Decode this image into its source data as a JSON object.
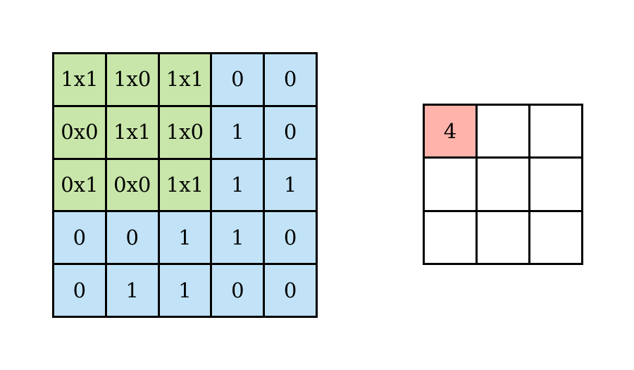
{
  "figure": {
    "background_color": "#ffffff",
    "line_color": "#000000",
    "text_color": "#000000"
  },
  "colors": {
    "input_fill": "#c2e3f7",
    "kernel_overlap_fill": "#c8e6a9",
    "output_active_fill": "#ffb3ab",
    "output_empty_fill": "#ffffff",
    "border": "#000000"
  },
  "input_matrix": {
    "rows": 5,
    "cols": 5,
    "cells": [
      [
        {
          "text": "1x1",
          "fill": "kernel_overlap_fill"
        },
        {
          "text": "1x0",
          "fill": "kernel_overlap_fill"
        },
        {
          "text": "1x1",
          "fill": "kernel_overlap_fill"
        },
        {
          "text": "0",
          "fill": "input_fill"
        },
        {
          "text": "0",
          "fill": "input_fill"
        }
      ],
      [
        {
          "text": "0x0",
          "fill": "kernel_overlap_fill"
        },
        {
          "text": "1x1",
          "fill": "kernel_overlap_fill"
        },
        {
          "text": "1x0",
          "fill": "kernel_overlap_fill"
        },
        {
          "text": "1",
          "fill": "input_fill"
        },
        {
          "text": "0",
          "fill": "input_fill"
        }
      ],
      [
        {
          "text": "0x1",
          "fill": "kernel_overlap_fill"
        },
        {
          "text": "0x0",
          "fill": "kernel_overlap_fill"
        },
        {
          "text": "1x1",
          "fill": "kernel_overlap_fill"
        },
        {
          "text": "1",
          "fill": "input_fill"
        },
        {
          "text": "1",
          "fill": "input_fill"
        }
      ],
      [
        {
          "text": "0",
          "fill": "input_fill"
        },
        {
          "text": "0",
          "fill": "input_fill"
        },
        {
          "text": "1",
          "fill": "input_fill"
        },
        {
          "text": "1",
          "fill": "input_fill"
        },
        {
          "text": "0",
          "fill": "input_fill"
        }
      ],
      [
        {
          "text": "0",
          "fill": "input_fill"
        },
        {
          "text": "1",
          "fill": "input_fill"
        },
        {
          "text": "1",
          "fill": "input_fill"
        },
        {
          "text": "0",
          "fill": "input_fill"
        },
        {
          "text": "0",
          "fill": "input_fill"
        }
      ]
    ]
  },
  "output_matrix": {
    "rows": 3,
    "cols": 3,
    "cells": [
      [
        {
          "text": "4",
          "fill": "output_active_fill"
        },
        {
          "text": "",
          "fill": "output_empty_fill"
        },
        {
          "text": "",
          "fill": "output_empty_fill"
        }
      ],
      [
        {
          "text": "",
          "fill": "output_empty_fill"
        },
        {
          "text": "",
          "fill": "output_empty_fill"
        },
        {
          "text": "",
          "fill": "output_empty_fill"
        }
      ],
      [
        {
          "text": "",
          "fill": "output_empty_fill"
        },
        {
          "text": "",
          "fill": "output_empty_fill"
        },
        {
          "text": "",
          "fill": "output_empty_fill"
        }
      ]
    ]
  }
}
